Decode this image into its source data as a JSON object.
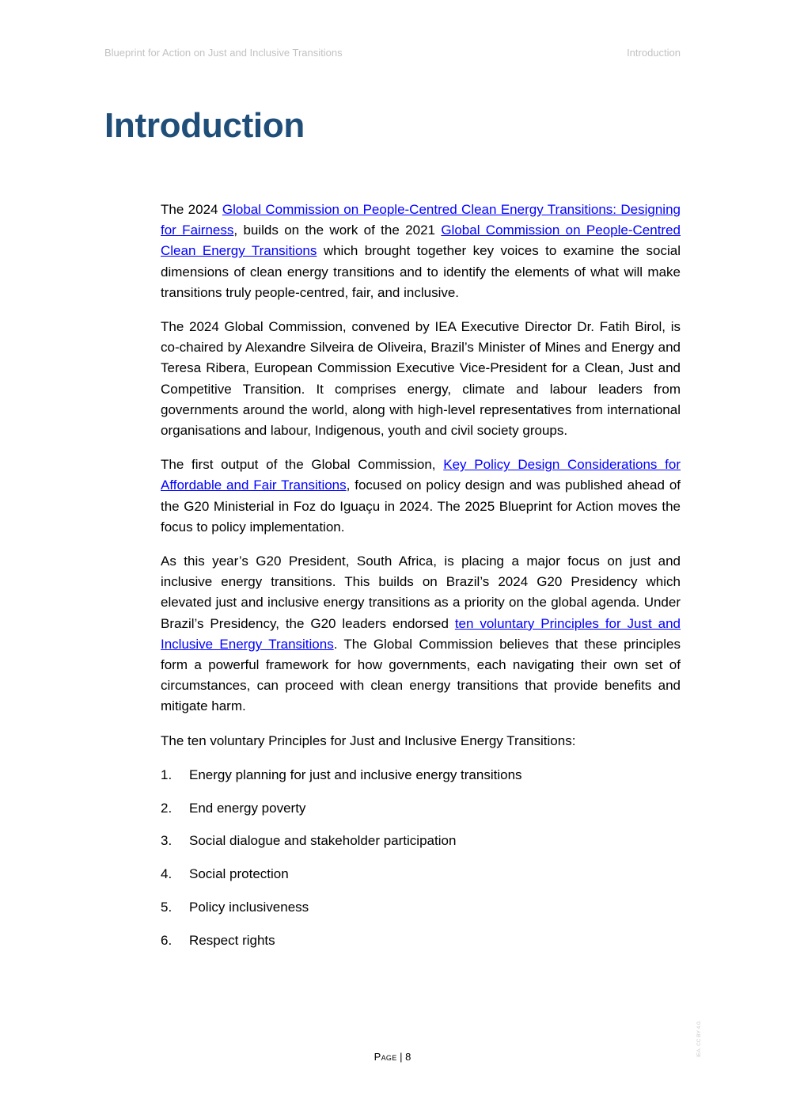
{
  "header": {
    "doc_title": "Blueprint for Action on Just and Inclusive Transitions",
    "section": "Introduction"
  },
  "title": "Introduction",
  "paragraphs": {
    "p1": {
      "t1": "The 2024 ",
      "link1": "Global Commission on People-Centred Clean Energy Transitions: Designing for Fairness",
      "t2": ", builds on the work of the 2021 ",
      "link2": "Global Commission on People-Centred Clean Energy Transitions",
      "t3": " which brought together key voices to examine the social dimensions of clean energy transitions and to identify the elements of what will make transitions truly people-centred, fair, and inclusive."
    },
    "p2": "The 2024 Global Commission, convened by IEA Executive Director Dr. Fatih Birol, is co-chaired by Alexandre Silveira de Oliveira, Brazil’s Minister of Mines and Energy and Teresa Ribera, European Commission Executive Vice-President for a Clean, Just and Competitive Transition. It comprises energy, climate and labour leaders from governments around the world, along with high-level representatives from international organisations and labour, Indigenous, youth and civil society groups.",
    "p3": {
      "t1": "The first output of the Global Commission, ",
      "link": "Key Policy Design Considerations for Affordable and Fair Transitions",
      "t2": ", focused on policy design and was published ahead of the G20 Ministerial in Foz do Iguaçu in 2024. The 2025 Blueprint for Action moves the focus to policy implementation."
    },
    "p4": {
      "t1": "As this year’s G20 President, South Africa, is placing a major focus on just and inclusive energy transitions. This builds on Brazil’s 2024 G20 Presidency which elevated just and inclusive energy transitions as a priority on the global agenda. Under Brazil’s Presidency, the G20 leaders endorsed ",
      "link": "ten voluntary Principles for Just and Inclusive Energy Transitions",
      "t2": ". The Global Commission believes that these principles form a powerful framework for how governments, each navigating their own set of circumstances, can proceed with clean energy transitions that provide benefits and mitigate harm."
    },
    "p5": "The ten voluntary Principles for Just and Inclusive Energy Transitions:"
  },
  "principles": [
    {
      "num": "1.",
      "text": "Energy planning for just and inclusive energy transitions"
    },
    {
      "num": "2.",
      "text": "End energy poverty"
    },
    {
      "num": "3.",
      "text": "Social dialogue and stakeholder participation"
    },
    {
      "num": "4.",
      "text": "Social protection"
    },
    {
      "num": "5.",
      "text": "Policy inclusiveness"
    },
    {
      "num": "6.",
      "text": "Respect rights"
    }
  ],
  "footer": {
    "page_label": "Page",
    "separator": " | ",
    "page_number": "8"
  },
  "license": "IEA. CC BY 4.0.",
  "colors": {
    "title": "#1f4e79",
    "link": "#0000ff",
    "header_text": "#c2c2c2"
  }
}
